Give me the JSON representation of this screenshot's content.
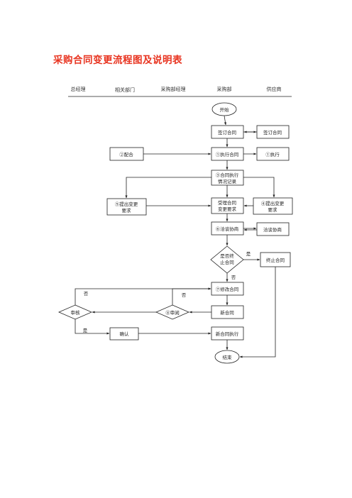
{
  "title": "采购合同变更流程图及说明表",
  "columns": [
    "总经理",
    "相关部门",
    "采购部经理",
    "采购部",
    "供应商"
  ],
  "nodes": {
    "start": "开始",
    "sign_contract": "签订合同",
    "sign_contract_supplier": "签订合同",
    "cooperate": "②配合",
    "execute_contract": "①执行合同",
    "execute_supplier": "①执行",
    "record_1": "③合同执行",
    "record_2": "情况记录",
    "dept_propose_1": "⑤提出变更",
    "dept_propose_2": "要求",
    "accept_1": "受理合同",
    "accept_2": "变更要求",
    "supplier_propose_1": "④提出变更",
    "supplier_propose_2": "要求",
    "negotiate": "⑥洽谈协商",
    "negotiate_supplier": "洽谈协商",
    "terminate_q_1": "是否终",
    "terminate_q_2": "止合同",
    "terminate": "终止合同",
    "modify": "⑦修改合同",
    "new_contract": "新合同",
    "review_mgr": "⑧审阅",
    "approve": "审核",
    "confirm": "确认",
    "execute_new": "新合同执行",
    "end": "结束"
  },
  "edge_labels": {
    "yes_terminate": "是",
    "no_terminate": "否",
    "no_review": "否",
    "no_approve": "否",
    "yes_approve": "是"
  }
}
